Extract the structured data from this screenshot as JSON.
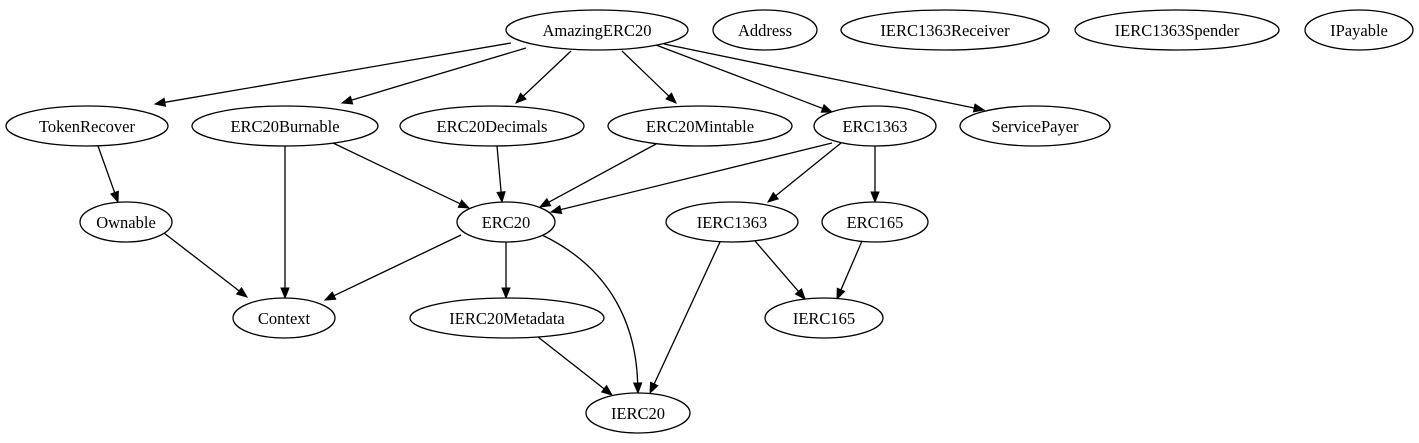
{
  "diagram": {
    "type": "directed-graph",
    "nodes": [
      {
        "id": "AmazingERC20",
        "label": "AmazingERC20"
      },
      {
        "id": "Address",
        "label": "Address"
      },
      {
        "id": "IERC1363Receiver",
        "label": "IERC1363Receiver"
      },
      {
        "id": "IERC1363Spender",
        "label": "IERC1363Spender"
      },
      {
        "id": "IPayable",
        "label": "IPayable"
      },
      {
        "id": "TokenRecover",
        "label": "TokenRecover"
      },
      {
        "id": "ERC20Burnable",
        "label": "ERC20Burnable"
      },
      {
        "id": "ERC20Decimals",
        "label": "ERC20Decimals"
      },
      {
        "id": "ERC20Mintable",
        "label": "ERC20Mintable"
      },
      {
        "id": "ERC1363",
        "label": "ERC1363"
      },
      {
        "id": "ServicePayer",
        "label": "ServicePayer"
      },
      {
        "id": "Ownable",
        "label": "Ownable"
      },
      {
        "id": "ERC20",
        "label": "ERC20"
      },
      {
        "id": "IERC1363",
        "label": "IERC1363"
      },
      {
        "id": "ERC165",
        "label": "ERC165"
      },
      {
        "id": "Context",
        "label": "Context"
      },
      {
        "id": "IERC20Metadata",
        "label": "IERC20Metadata"
      },
      {
        "id": "IERC165",
        "label": "IERC165"
      },
      {
        "id": "IERC20",
        "label": "IERC20"
      }
    ],
    "edges": [
      {
        "from": "AmazingERC20",
        "to": "TokenRecover"
      },
      {
        "from": "AmazingERC20",
        "to": "ERC20Burnable"
      },
      {
        "from": "AmazingERC20",
        "to": "ERC20Decimals"
      },
      {
        "from": "AmazingERC20",
        "to": "ERC20Mintable"
      },
      {
        "from": "AmazingERC20",
        "to": "ERC1363"
      },
      {
        "from": "AmazingERC20",
        "to": "ServicePayer"
      },
      {
        "from": "TokenRecover",
        "to": "Ownable"
      },
      {
        "from": "ERC20Burnable",
        "to": "Context"
      },
      {
        "from": "ERC20Burnable",
        "to": "ERC20"
      },
      {
        "from": "ERC20Decimals",
        "to": "ERC20"
      },
      {
        "from": "ERC20Mintable",
        "to": "ERC20"
      },
      {
        "from": "ERC1363",
        "to": "ERC20"
      },
      {
        "from": "ERC1363",
        "to": "IERC1363"
      },
      {
        "from": "ERC1363",
        "to": "ERC165"
      },
      {
        "from": "Ownable",
        "to": "Context"
      },
      {
        "from": "ERC20",
        "to": "Context"
      },
      {
        "from": "ERC20",
        "to": "IERC20Metadata"
      },
      {
        "from": "ERC20",
        "to": "IERC20"
      },
      {
        "from": "IERC1363",
        "to": "IERC165"
      },
      {
        "from": "IERC1363",
        "to": "IERC20"
      },
      {
        "from": "ERC165",
        "to": "IERC165"
      },
      {
        "from": "IERC20Metadata",
        "to": "IERC20"
      }
    ]
  }
}
